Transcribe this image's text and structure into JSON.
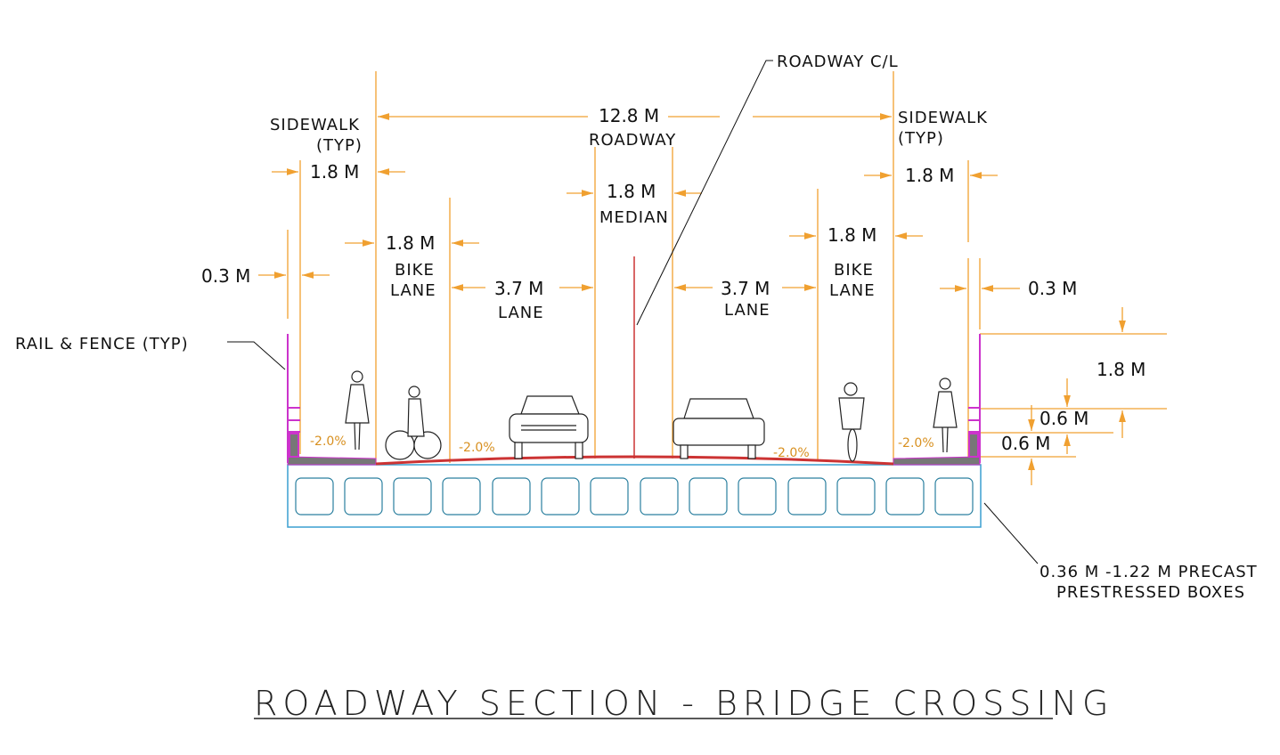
{
  "title": "ROADWAY SECTION - BRIDGE CROSSING",
  "labels": {
    "roadway_cl": "ROADWAY C/L",
    "roadway_width": "12.8 M",
    "roadway": "ROADWAY",
    "sidewalk_left": "SIDEWALK",
    "sidewalk_left_typ": "(TYP)",
    "sidewalk_right": "SIDEWALK",
    "sidewalk_right_typ": "(TYP)",
    "sidewalk_left_width": "1.8 M",
    "sidewalk_right_width": "1.8 M",
    "median_width": "1.8 M",
    "median": "MEDIAN",
    "bike_left_width": "1.8 M",
    "bike_left_1": "BIKE",
    "bike_left_2": "LANE",
    "bike_right_width": "1.8 M",
    "bike_right_1": "BIKE",
    "bike_right_2": "LANE",
    "lane_left_width": "3.7 M",
    "lane_left": "LANE",
    "lane_right_width": "3.7 M",
    "lane_right": "LANE",
    "offset_left": "0.3 M",
    "offset_right": "0.3 M",
    "rail_fence": "RAIL & FENCE (TYP)",
    "rail_height": "1.8 M",
    "rail_upper": "0.6 M",
    "rail_lower": "0.6 M",
    "boxes_1": "0.36 M -1.22 M PRECAST",
    "boxes_2": "PRESTRESSED BOXES"
  },
  "slopes": [
    "-2.0%",
    "-2.0%",
    "-2.0%",
    "-2.0%"
  ],
  "colors": {
    "dimension": "#f0a030",
    "rail": "#cc33cc",
    "deck": "#3a9fd0",
    "pavement": "#cc3333",
    "sidewalk": "#777777"
  }
}
